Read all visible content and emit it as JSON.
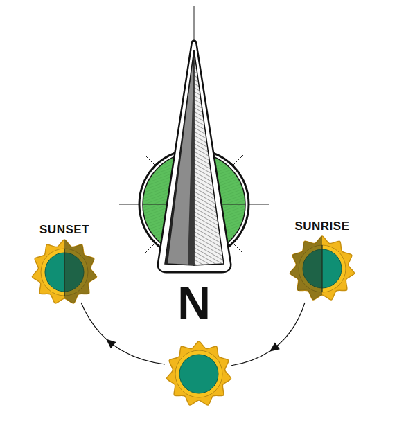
{
  "diagram": {
    "nodes": [
      {
        "text": [
          "SUNSET"
        ]
      },
      {
        "text": [
          "SUNRISE"
        ]
      }
    ],
    "labels": [
      "N"
    ]
  }
}
